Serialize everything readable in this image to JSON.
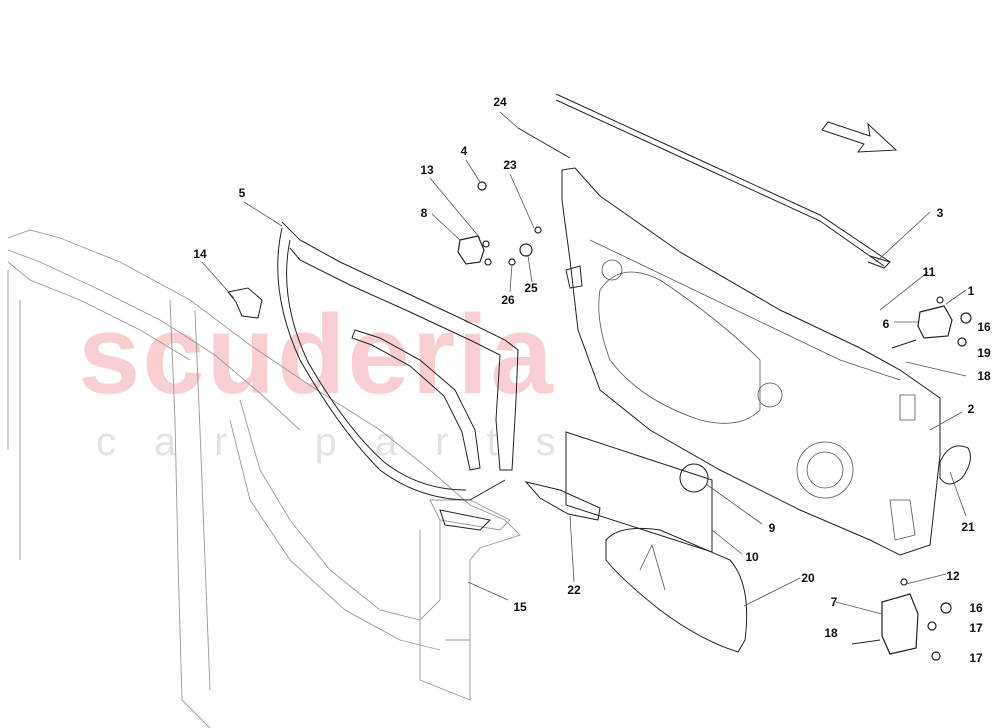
{
  "watermark": {
    "brand": "scuderia",
    "tagline": "car parts",
    "color": "#ec8c92"
  },
  "diagram": {
    "type": "exploded-parts-view",
    "direction_arrow": "arrow-icon",
    "callouts": [
      {
        "id": "c24",
        "label": "24"
      },
      {
        "id": "c4",
        "label": "4"
      },
      {
        "id": "c13",
        "label": "13"
      },
      {
        "id": "c23",
        "label": "23"
      },
      {
        "id": "c5",
        "label": "5"
      },
      {
        "id": "c8",
        "label": "8"
      },
      {
        "id": "c14",
        "label": "14"
      },
      {
        "id": "c26",
        "label": "26"
      },
      {
        "id": "c25",
        "label": "25"
      },
      {
        "id": "c3",
        "label": "3"
      },
      {
        "id": "c11",
        "label": "11"
      },
      {
        "id": "c1",
        "label": "1"
      },
      {
        "id": "c6",
        "label": "6"
      },
      {
        "id": "c16a",
        "label": "16"
      },
      {
        "id": "c19",
        "label": "19"
      },
      {
        "id": "c18a",
        "label": "18"
      },
      {
        "id": "c2",
        "label": "2"
      },
      {
        "id": "c21",
        "label": "21"
      },
      {
        "id": "c9",
        "label": "9"
      },
      {
        "id": "c10",
        "label": "10"
      },
      {
        "id": "c22",
        "label": "22"
      },
      {
        "id": "c20",
        "label": "20"
      },
      {
        "id": "c15",
        "label": "15"
      },
      {
        "id": "c12",
        "label": "12"
      },
      {
        "id": "c7",
        "label": "7"
      },
      {
        "id": "c16b",
        "label": "16"
      },
      {
        "id": "c17a",
        "label": "17"
      },
      {
        "id": "c18b",
        "label": "18"
      },
      {
        "id": "c17b",
        "label": "17"
      }
    ]
  }
}
